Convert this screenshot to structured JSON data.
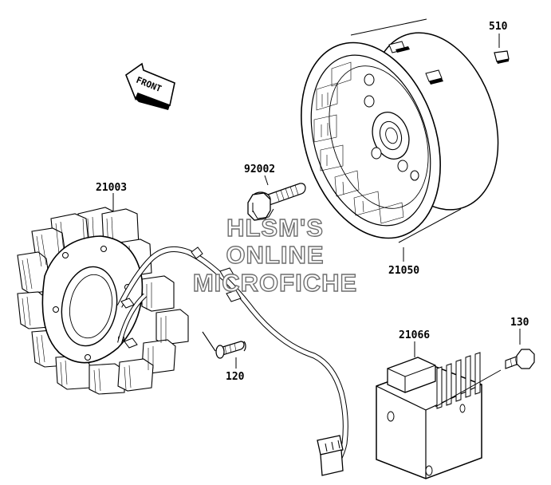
{
  "diagram": {
    "arrow_label": "FRONT",
    "watermark": [
      "HLSM'S",
      "ONLINE",
      "MICROFICHE"
    ],
    "parts": [
      {
        "number": "510"
      },
      {
        "number": "92002"
      },
      {
        "number": "21003"
      },
      {
        "number": "21050"
      },
      {
        "number": "21066"
      },
      {
        "number": "130"
      },
      {
        "number": "120"
      }
    ]
  }
}
